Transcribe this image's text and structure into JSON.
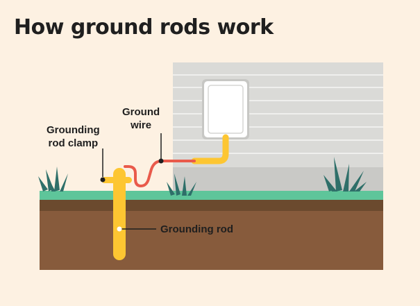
{
  "title": "How ground rods work",
  "labels": {
    "ground_wire": "Ground\nwire",
    "grounding_rod_clamp": "Grounding\nrod clamp",
    "grounding_rod": "Grounding rod"
  },
  "colors": {
    "background": "#fdf1e2",
    "siding": "#d8d8d5",
    "siding_line": "#ececea",
    "foundation": "#c9c9c6",
    "grass": "#5ec59a",
    "topsoil": "#6b4a2e",
    "soil": "#875b3c",
    "rod": "#fdc632",
    "wire": "#e95a4b",
    "meter_box": "#ffffff",
    "plant": "#2e6f69"
  }
}
